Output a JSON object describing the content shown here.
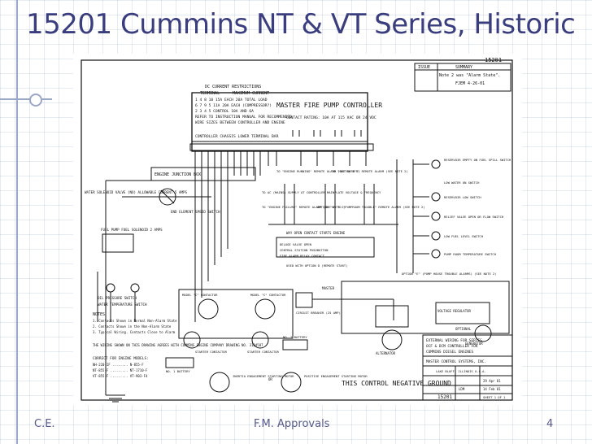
{
  "slide": {
    "title": "15201 Cummins NT & VT Series, Historic",
    "footer_left": "C.E.",
    "footer_center": "F.M. Approvals",
    "page_number": "4"
  },
  "diagram": {
    "sheet_number": "15201",
    "issue_label": "ISSUE",
    "summary_label": "SUMMARY",
    "revision_note": "Note 2 was \"Alarm State\".",
    "revision_initials": "FJEM 4-26-01",
    "panel_title": "MASTER FIRE PUMP CONTROLLER",
    "contact_rating": "CONTACT RATING: 10A AT 115 VAC OR 24 VDC",
    "dc_current_header": "DC CURRENT RESTRICTIONS",
    "terminal_label": "TERMINAL",
    "max_current_label": "MAXIMUM CURRENT",
    "restriction_lines": [
      "1 4 8 10    15A EACH 20A TOTAL LOAD",
      "6 7 9 5 11A  20A EACH (COMPRESSOR?)",
      "2 3 4 5     CONTROL 10A AND 6A",
      "REFER TO INSTRUCTION MANUAL FOR RECOMMENDED",
      "WIRE SIZES BETWEEN CONTROLLER AND ENGINE",
      "CONTROLLER CHASSIS LOWER TERMINAL BAR"
    ],
    "engine_junction_box": "ENGINE JUNCTION BOX",
    "water_solenoid": "WATER SOLENOID VALVE (NO) ALLOWABLE CURRENT 5 AMPS",
    "fuel_pump": "FUEL PUMP FUEL SOLENOID 2 AMPS",
    "oil_pressure_switch": "OIL PRESSURE SWITCH",
    "water_temp_switch": "WATER TEMPERATURE SWITCH",
    "end_element_speed_switch": "END ELEMENT SPEED SWITCH",
    "notes_header": "NOTES",
    "notes": [
      "1. Contacts Shown in Normal Non-Alarm State",
      "2. Contacts Shown in the Non-Alarm State",
      "3. Typical Wiring. Contacts Close to Alarm"
    ],
    "wiring_note": "THE WIRING SHOWN ON THIS DRAWING AGREES WITH CUMMINS ENGINE COMPANY DRAWING NO. 3104587",
    "correct_models_label": "CORRECT FOR ENGINE MODELS:",
    "engine_models": [
      "NH-220-IF ........ N-855-F",
      "NT-855-F ......... NT-1710-F",
      "VT-855-F ......... VT-903-F4"
    ],
    "remote_contacts": [
      "TO \"ENGINE RUNNING\" REMOTE ALARM (SEE NOTE 1)",
      "TO \"SWITCH OFF\" REMOTE ALARM (SEE NOTE 2)",
      "TO AC (MAINS) SUPPLY AT CONTROLLER MAINPLATE VOLTAGE & FREQUENCY",
      "TO \"ENGINE FAILURE\" REMOTE ALARM (SEE NOTE 1)",
      "OPTION \"C\" TO \"PUMPROOM TROUBLE\" REMOTE ALARM (SEE NOTE 2)"
    ],
    "contacts_header": "WAY OPEN CONTACT STARTS ENGINE",
    "contact_blocks": [
      "DELUGE VALVE OPEN",
      "CENTRAL STATION PUSHBUTTON",
      "FIRE ALARM RELAY CONTACT"
    ],
    "used_with_option": "USED WITH OPTION D (REMOTE START)",
    "right_side_labels": [
      "RESERVOIR EMPTY ON FUEL SPILL SWITCH",
      "LOW WATER ON SWITCH",
      "RESERVOIR LOW SWITCH",
      "RELIEF VALVE OPEN OR FLOW SWITCH",
      "LOW FUEL LEVEL SWITCH",
      "PUMP ROOM TEMPERATURE SWITCH"
    ],
    "option_e": "OPTION \"E\" (PUMP HOUSE TROUBLE ALARMS) (SEE NOTE 2)",
    "master_label": "MASTER",
    "circuit_breaker": "CIRCUIT BREAKER (25 AMP)",
    "voltage_regulator": "VOLTAGE REGULATOR",
    "optional_label": "OPTIONAL",
    "generator_label": "GENERATOR",
    "alternator_label": "ALTERNATOR",
    "model_c1": "MODEL \"C\" CONTACTOR",
    "model_c2": "MODEL \"C\" CONTACTOR",
    "starter_contactor_1": "STARTER CONTACTOR",
    "starter_contactor_2": "STARTER CONTACTOR",
    "battery_1": "NO. 1 BATTERY",
    "battery_2": "NO. 2 BATTERY",
    "starter_motor": "INERTIA ENGAGEMENT STARTING MOTOR",
    "or_label": "OR",
    "positive_engagement": "POSITIVE ENGAGEMENT STARTING MOTOR",
    "control_ground": "THIS CONTROL NEGATIVE GROUND",
    "title_block": {
      "line1": "EXTERNAL WIRING FOR SERIES",
      "line2": "OCF & DCM CONTROLLER FOR",
      "line3": "CUMMINS DIESEL ENGINES",
      "company": "MASTER CONTROL SYSTEMS, INC.",
      "location": "LAKE BLUFF, ILLINOIS U.S.A.",
      "date_label": "DATE",
      "date_value": "29 Apr 81",
      "drawn_value": "LDM",
      "date2_value": "14 Feb 81",
      "drawing_number": "15201",
      "sheet": "SHEET 1 OF 1"
    }
  }
}
